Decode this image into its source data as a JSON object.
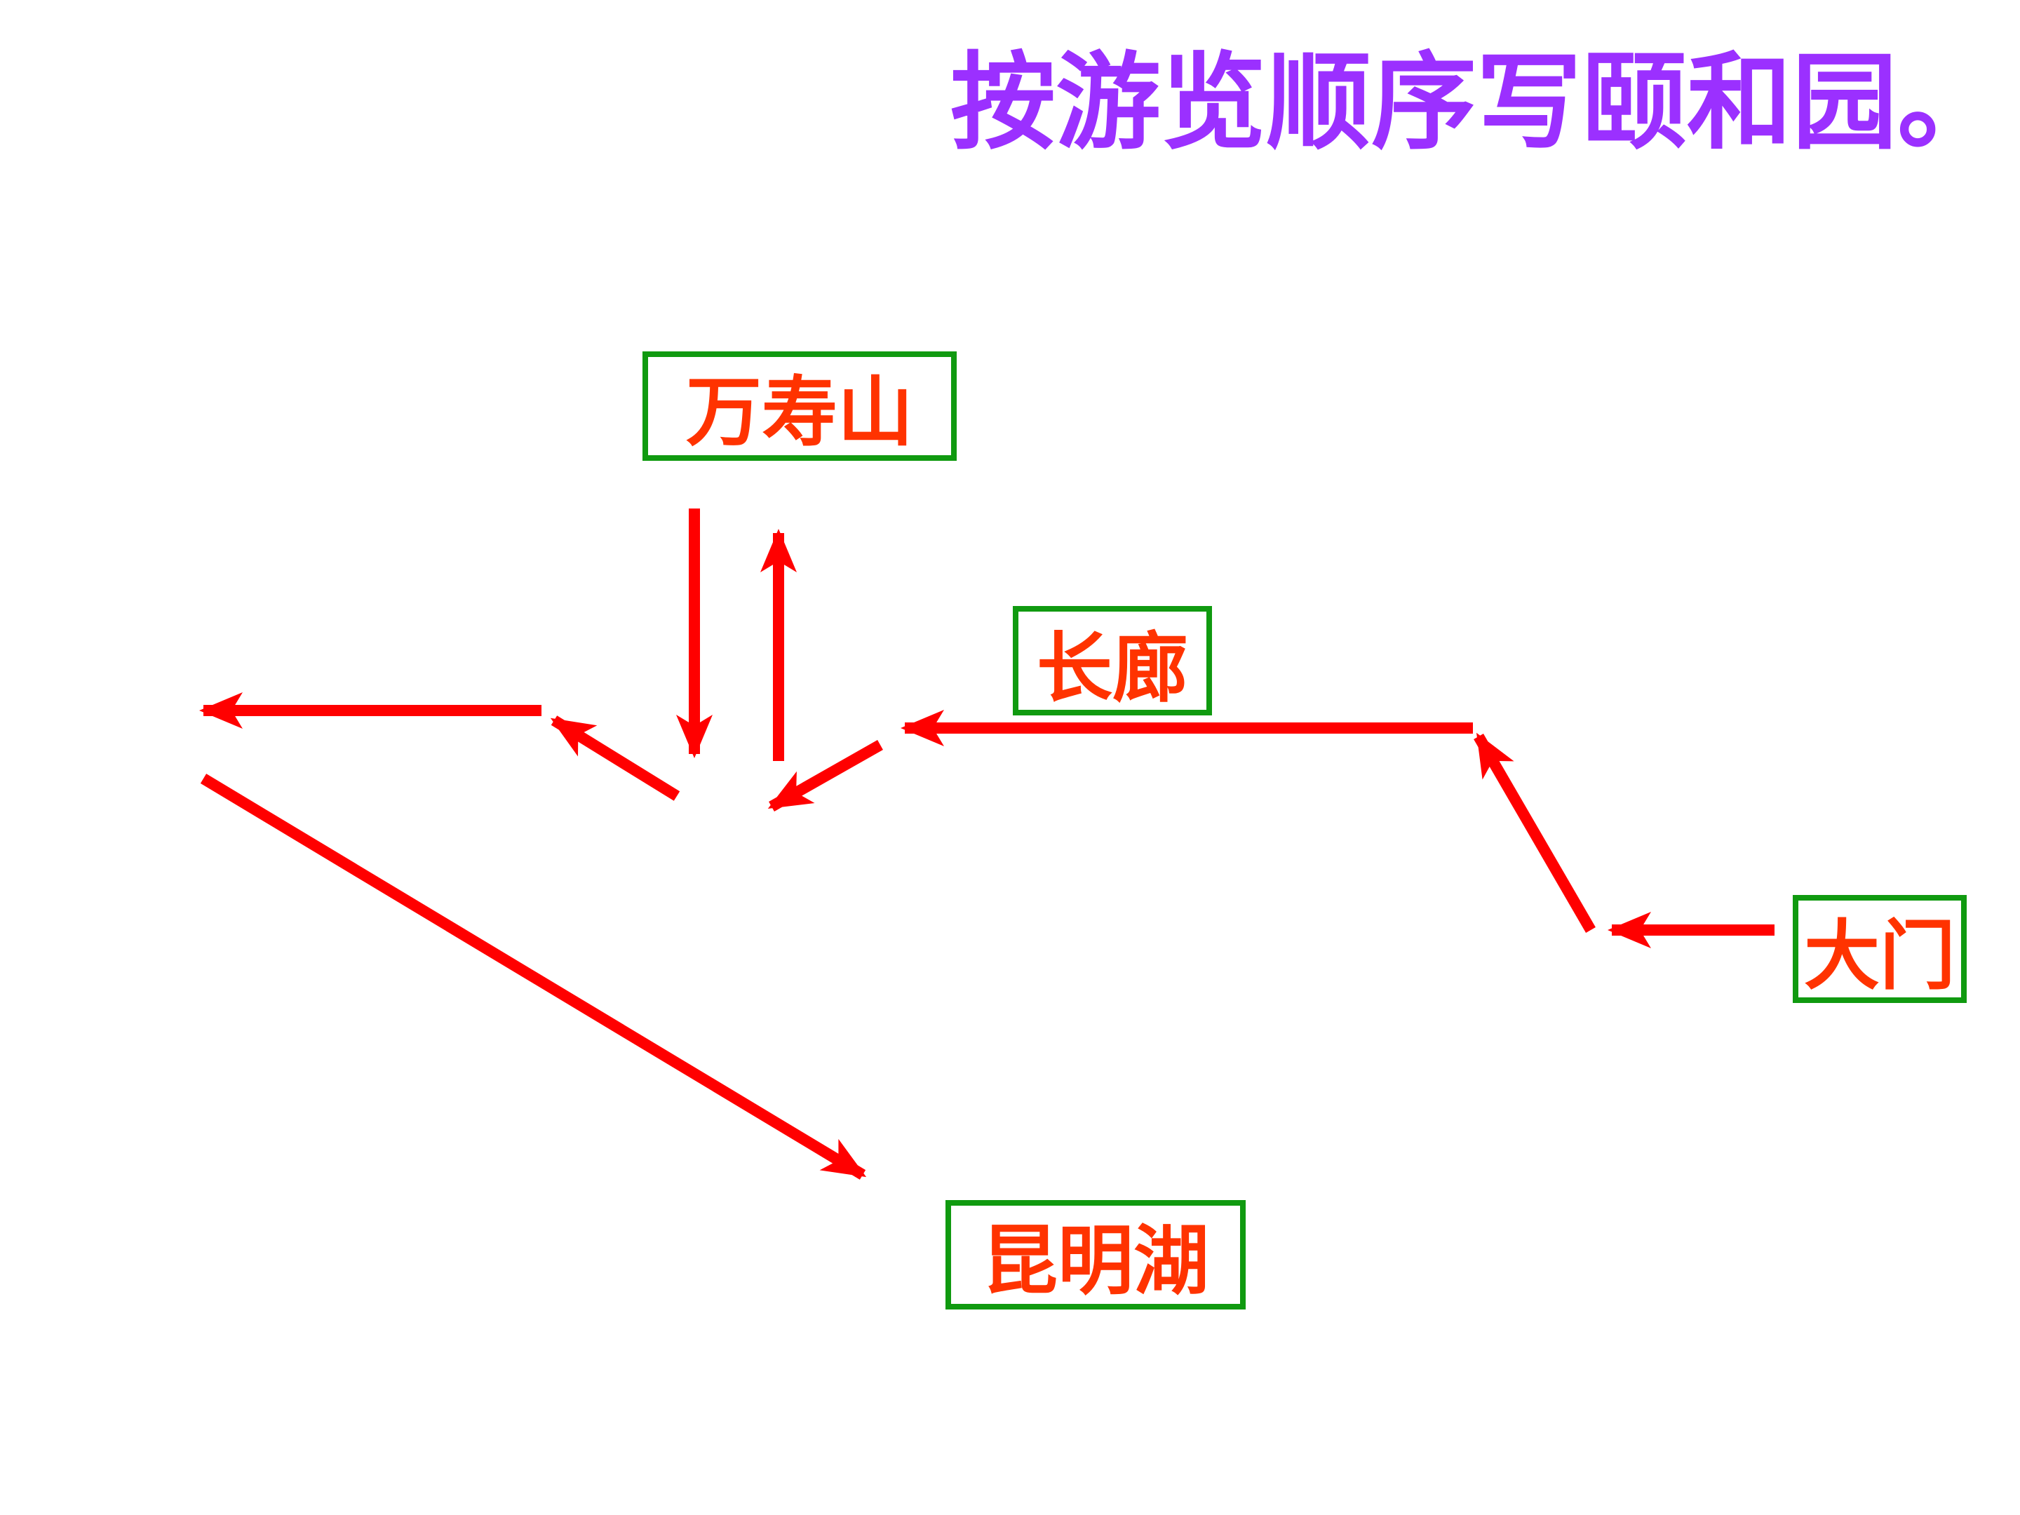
{
  "title": "按游览顺序写颐和园。",
  "places": {
    "wanshoushan": "万寿山",
    "changlang": "长廊",
    "damen": "大门",
    "kunminghu": "昆明湖"
  },
  "colors": {
    "title": "#9b30ff",
    "label": "#ff3300",
    "box_border": "#109a10",
    "arrow": "#ff0000"
  }
}
